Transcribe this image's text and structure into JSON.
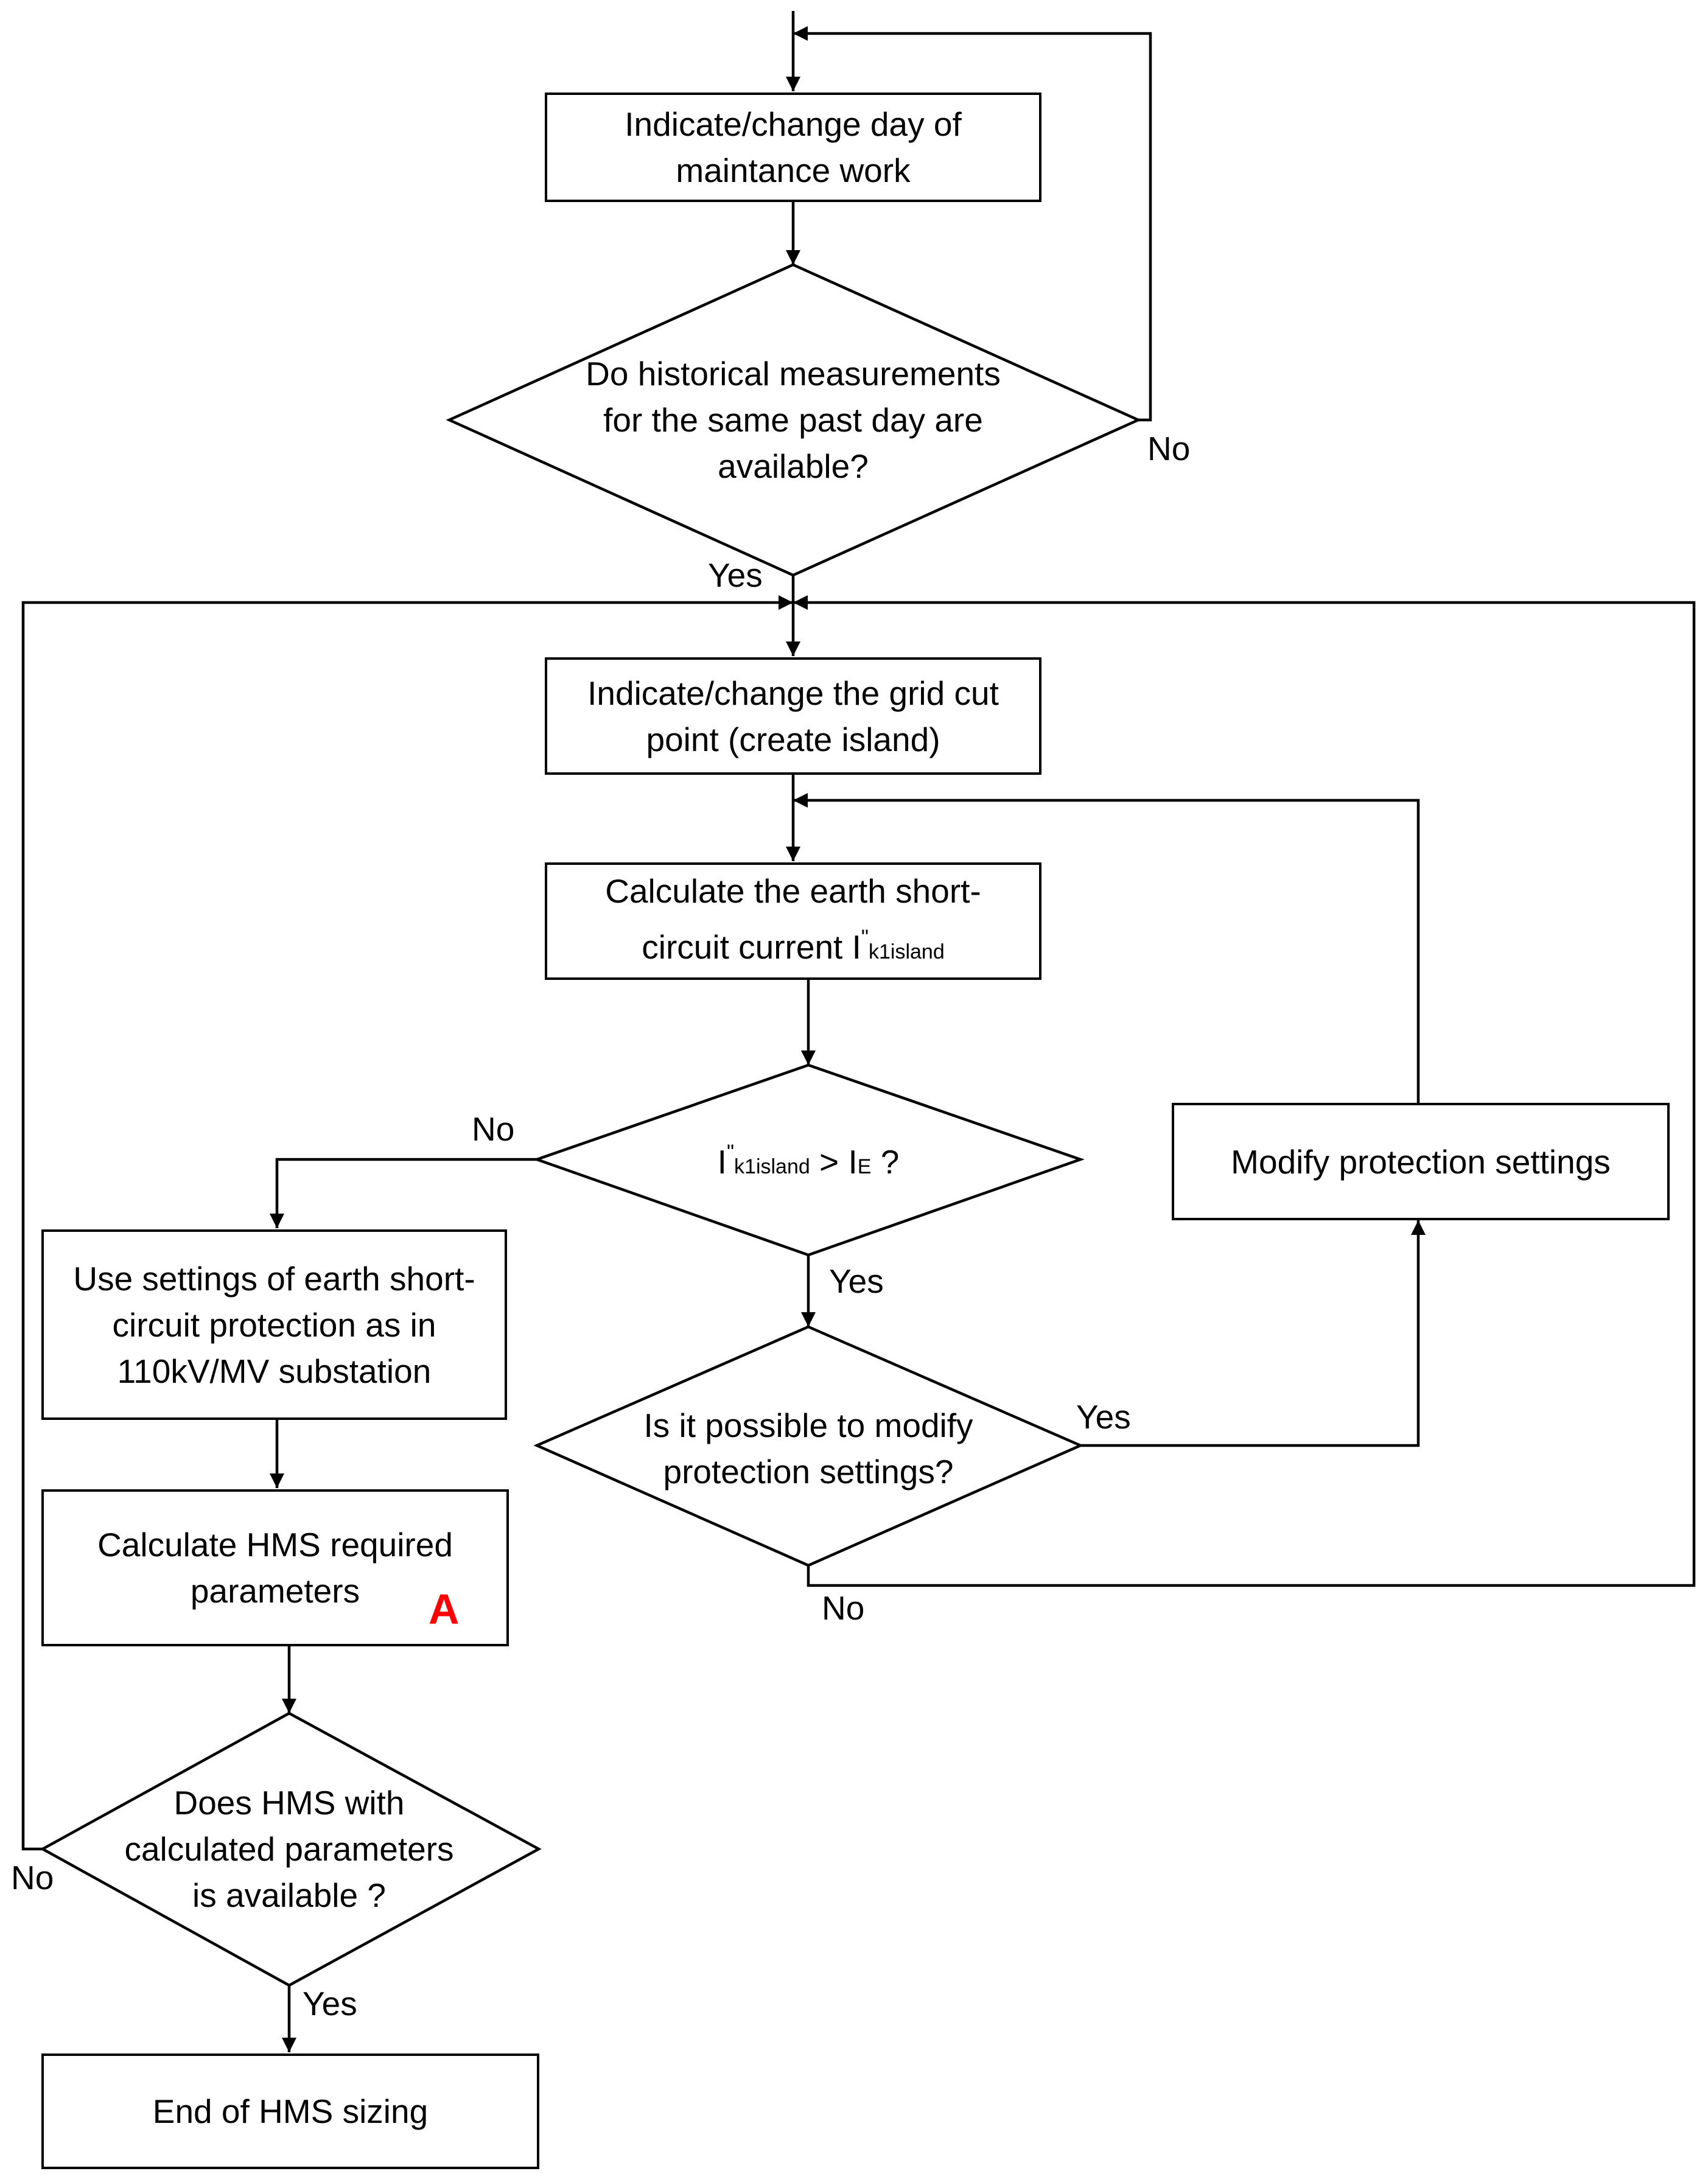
{
  "nodes": {
    "indicate_day": {
      "line1": "Indicate/change day of",
      "line2": "maintance work"
    },
    "hist_decision": {
      "line1": "Do historical measurements",
      "line2": "for the same past day are",
      "line3": "available?"
    },
    "grid_cut": {
      "line1": "Indicate/change the grid cut",
      "line2": "point (create island)"
    },
    "calc_current": {
      "line1": "Calculate the earth short-",
      "line2_main": "circuit current I",
      "line2_sup": "ʺ",
      "line2_sub": "k1island"
    },
    "compare_decision": {
      "i": "I",
      "sup": "ʺ",
      "sub1": "k1island",
      "gt": " > I",
      "sub2": "E",
      "q": " ?"
    },
    "modify_settings": {
      "text": "Modify protection settings"
    },
    "use_settings": {
      "line1": "Use settings of earth short-",
      "line2": "circuit protection as in",
      "line3": "110kV/MV substation"
    },
    "possible_decision": {
      "line1": "Is it possible to modify",
      "line2": "protection settings?"
    },
    "calc_hms": {
      "line1": "Calculate HMS required",
      "line2": "parameters",
      "marker": "A"
    },
    "hms_decision": {
      "line1": "Does HMS with",
      "line2": "calculated parameters",
      "line3": "is available ?"
    },
    "end": {
      "text": "End of HMS sizing"
    }
  },
  "labels": {
    "hist_no": "No",
    "hist_yes": "Yes",
    "compare_no": "No",
    "compare_yes": "Yes",
    "possible_yes": "Yes",
    "possible_no": "No",
    "hms_no": "No",
    "hms_yes": "Yes"
  },
  "colors": {
    "stroke": "#000000",
    "marker": "#ff0000"
  }
}
